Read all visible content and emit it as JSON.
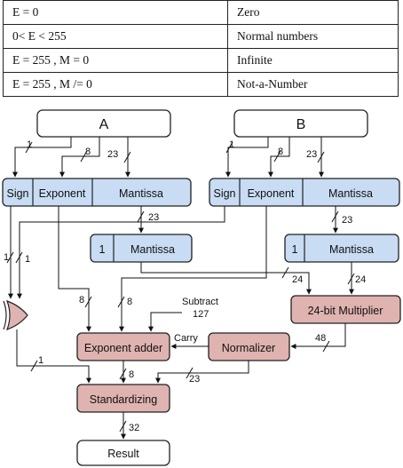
{
  "table": {
    "rows": [
      {
        "condition": "E = 0",
        "meaning": "Zero"
      },
      {
        "condition": "0< E < 255",
        "meaning": "Normal numbers"
      },
      {
        "condition": "E = 255 , M = 0",
        "meaning": "Infinite"
      },
      {
        "condition": "E = 255 , M /= 0",
        "meaning": "Not-a-Number"
      }
    ]
  },
  "diagram": {
    "input_a": "A",
    "input_b": "B",
    "fields": {
      "sign": "Sign",
      "exponent": "Exponent",
      "mantissa": "Mantissa"
    },
    "hidden_bit": "1",
    "mantissa": "Mantissa",
    "multiplier": "24-bit Multiplier",
    "exponent_adder": "Exponent adder",
    "normalizer": "Normalizer",
    "standardizing": "Standardizing",
    "result": "Result",
    "subtract_label": "Subtract",
    "subtract_value": "127",
    "carry_label": "Carry",
    "bus_widths": {
      "a_sign": "1",
      "a_exp": "8",
      "a_man": "23",
      "b_sign": "1",
      "b_exp": "8",
      "b_man": "23",
      "a_man_out": "23",
      "b_man_out": "23",
      "sign_a_xor": "1",
      "sign_b_xor": "1",
      "exp_a_adder": "8",
      "exp_b_adder": "8",
      "mul_in_a": "24",
      "mul_in_b": "24",
      "mul_out": "48",
      "xor_out": "1",
      "adder_out": "8",
      "norm_out": "23",
      "result_in": "32"
    },
    "colors": {
      "blue_fill": "#c8dcf3",
      "red_fill": "#dfb3b0",
      "stroke": "#222222"
    }
  }
}
